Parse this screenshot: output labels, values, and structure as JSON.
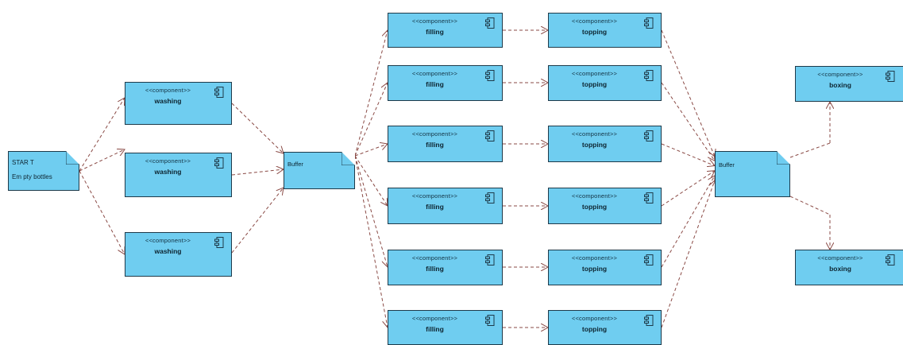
{
  "stereotype": "<<component>>",
  "start_note": {
    "line1": "STAR T",
    "line2": "Em pty bottles"
  },
  "buffers": [
    "Buffer",
    "Buffer"
  ],
  "washing": [
    "washing",
    "washing",
    "washing"
  ],
  "filling": [
    "filling",
    "filling",
    "filling",
    "filling",
    "filling",
    "filling"
  ],
  "topping": [
    "topping",
    "topping",
    "topping",
    "topping",
    "topping",
    "topping"
  ],
  "boxing": [
    "boxing",
    "boxing"
  ],
  "colors": {
    "fill": "#6fcdf0",
    "border": "#1e3a4a",
    "arrow": "#8a4a45"
  },
  "icon": "component-icon"
}
